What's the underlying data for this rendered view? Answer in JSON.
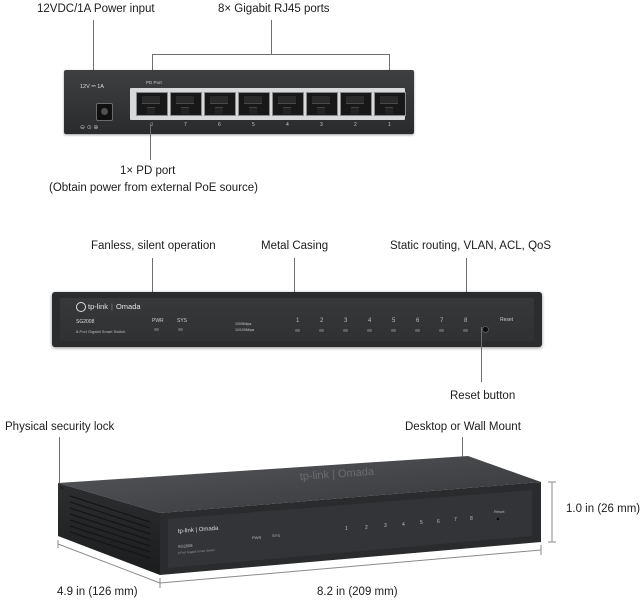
{
  "callouts": {
    "power_input": "12VDC/1A Power input",
    "rj45_ports": "8× Gigabit RJ45 ports",
    "pd_port": "1× PD port",
    "pd_note": "(Obtain power from external PoE source)",
    "fanless": "Fanless, silent operation",
    "metal": "Metal Casing",
    "routing": "Static routing, VLAN, ACL, QoS",
    "reset": "Reset button",
    "lock": "Physical security lock",
    "mount": "Desktop or Wall Mount"
  },
  "dimensions": {
    "height": "1.0 in (26 mm)",
    "depth": "4.9 in (126 mm)",
    "width": "8.2 in (209 mm)"
  },
  "rear_panel": {
    "dc_label": "12V ⎓ 1A",
    "pd_label": "PD Port",
    "port_numbers": [
      "8",
      "7",
      "6",
      "5",
      "4",
      "3",
      "2",
      "1"
    ]
  },
  "front_panel": {
    "brand": "tp-link",
    "sub_brand": "Omada",
    "model": "SG2008",
    "description": "8-Port Gigabit Smart Switch",
    "pwr": "PWR",
    "sys": "SYS",
    "speed_1000": "1000Mbps",
    "speed_10_100": "10/100Mbps",
    "ports": [
      "1",
      "2",
      "3",
      "4",
      "5",
      "6",
      "7",
      "8"
    ],
    "reset_label": "Reset"
  },
  "top_logo": "tp-link | Omada",
  "colors": {
    "chassis": "#2b2c2e",
    "port_strip": "#d8d9db",
    "callout_line": "#6e6e6e"
  }
}
